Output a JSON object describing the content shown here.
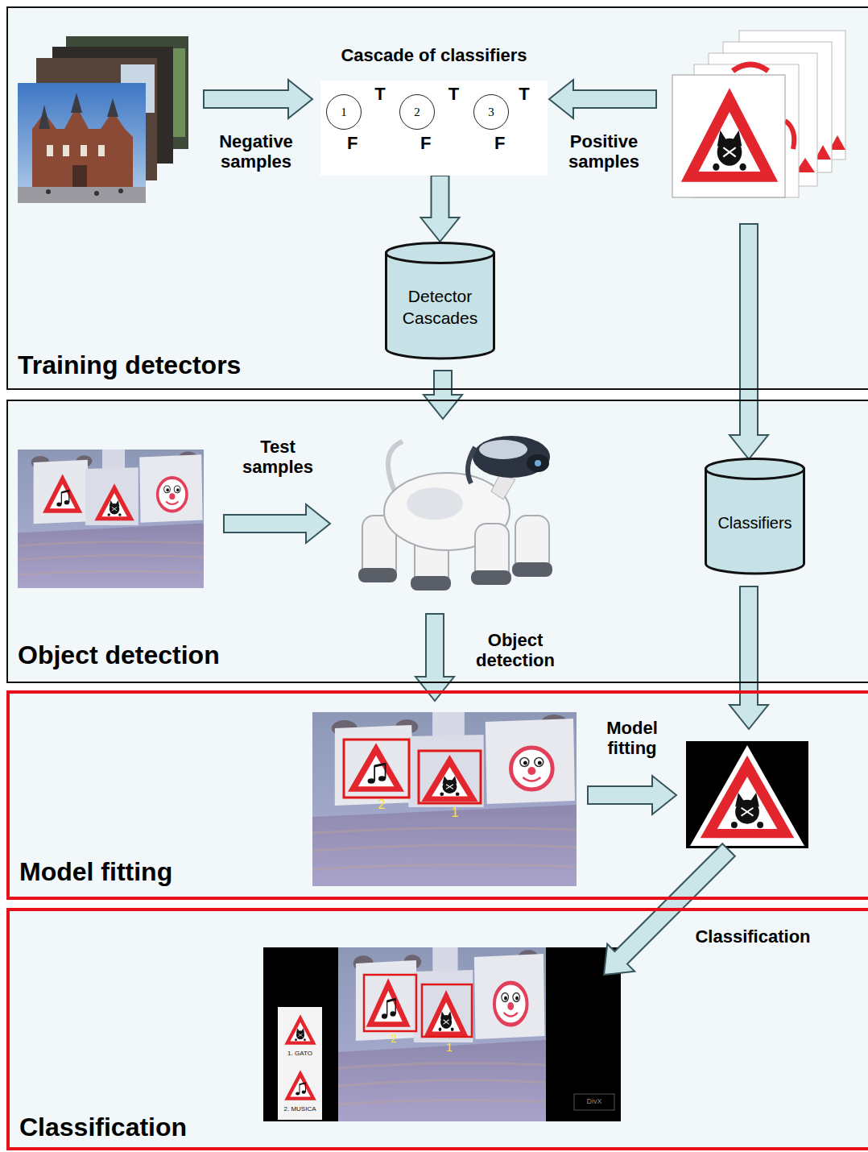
{
  "diagram": {
    "nodes": [
      {
        "text": [
          "Training detectors"
        ]
      },
      {
        "text": [
          "Cascade of classifiers"
        ],
        "in": 0
      },
      {
        "text": [
          "1"
        ],
        "in": 1
      },
      {
        "text": [
          "2"
        ],
        "in": 1
      },
      {
        "text": [
          "3"
        ],
        "in": 1
      },
      {
        "text": [
          "Detector Cascades"
        ],
        "in": 0
      },
      {
        "text": [
          "Object detection"
        ]
      },
      {
        "text": [
          "Classifiers"
        ],
        "in": 6
      },
      {
        "text": [
          "Model fitting"
        ]
      },
      {
        "text": [
          "Classification"
        ]
      }
    ],
    "edges": [
      {
        "from": 2,
        "to": 3,
        "arrow": "to",
        "label": "T"
      },
      {
        "from": 3,
        "to": 4,
        "arrow": "to",
        "label": "T"
      },
      {
        "from": 1,
        "to": 5,
        "arrow": "to"
      }
    ],
    "labels": [
      "Negative samples",
      "T",
      "F",
      "F",
      "F",
      "Positive samples",
      "Test samples",
      "Object detection",
      "2",
      "1",
      "Model fitting",
      "Classification",
      "1. GATO",
      "2. MUSICA",
      "2",
      "1",
      "DivX"
    ]
  }
}
